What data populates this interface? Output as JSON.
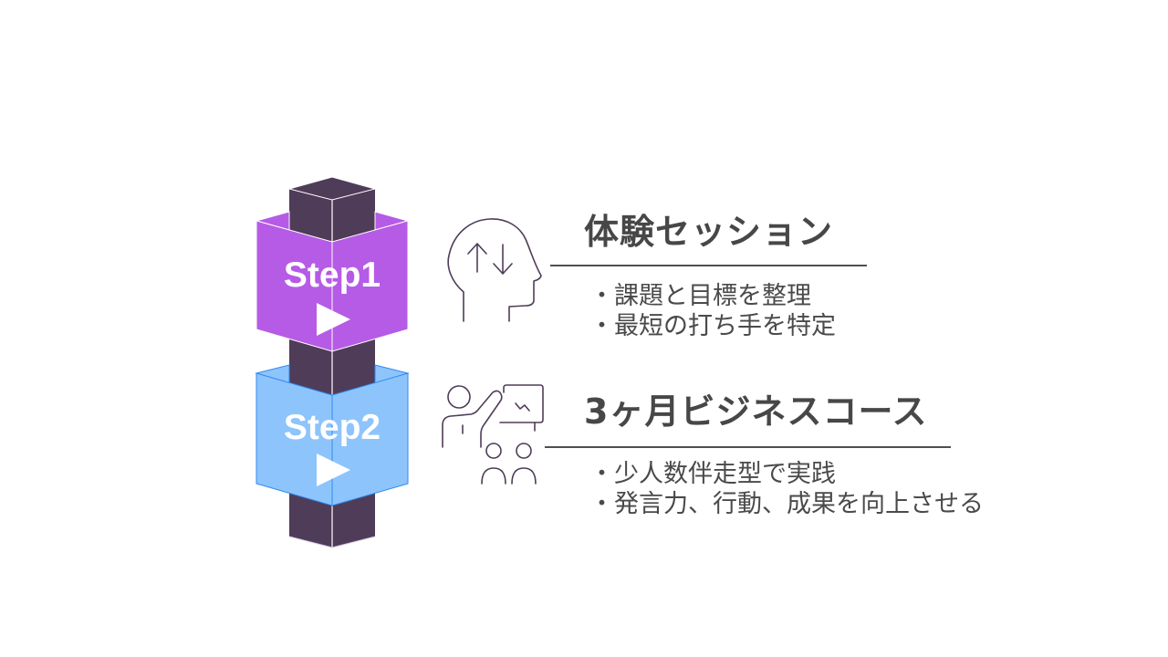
{
  "colors": {
    "pillar": "#4f3c58",
    "step1_fill": "#b65be6",
    "step2_fill": "#8ec4fc",
    "step2_stroke": "#2d8bf2",
    "text": "#474747",
    "icon_stroke": "#4f3c58"
  },
  "steps": [
    {
      "label": "Step1",
      "icon": "head-arrows-icon",
      "title": "体験セッション",
      "bullets": [
        "・課題と目標を整理",
        "・最短の打ち手を特定"
      ]
    },
    {
      "label": "Step2",
      "icon": "presenter-audience-icon",
      "title": "3ヶ月ビジネスコース",
      "bullets": [
        "・少人数伴走型で実践",
        "・発言力、行動、成果を向上させる"
      ]
    }
  ]
}
